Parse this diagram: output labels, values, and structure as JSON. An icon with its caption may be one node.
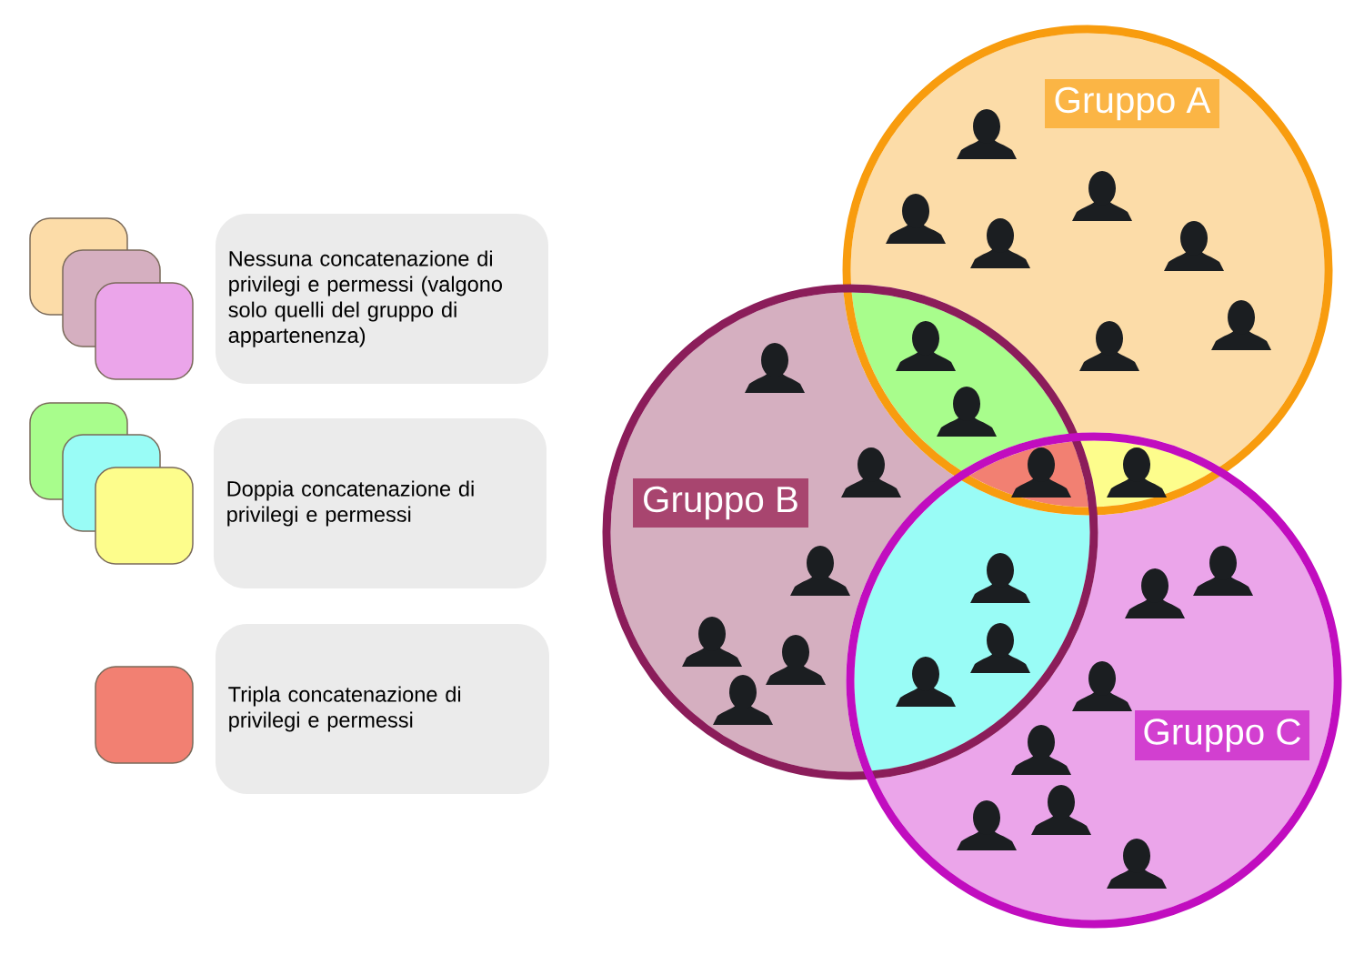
{
  "diagram": {
    "nodes": [
      {
        "text": [
          "Gruppo A"
        ]
      },
      {
        "text": [
          "Gruppo B"
        ]
      },
      {
        "text": [
          "Gruppo C"
        ]
      }
    ],
    "legend": [
      {
        "text": "Nessuna concatenazione di privilegi e permessi (valgono solo quelli del gruppo di appartenenza)"
      },
      {
        "text": "Doppia concatenazione di privilegi e permessi"
      },
      {
        "text": "Tripla concatenazione di privilegi e permessi",
        "color": "#f28072"
      }
    ]
  }
}
